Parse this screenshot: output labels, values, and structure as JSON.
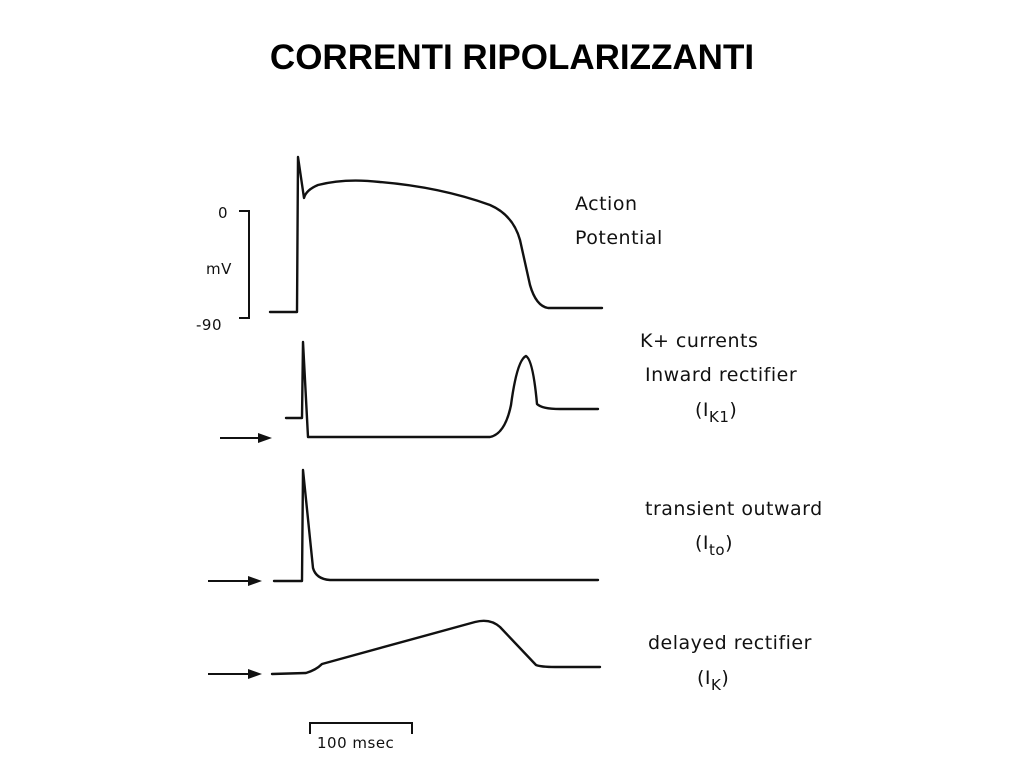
{
  "title": "CORRENTI RIPOLARIZZANTI",
  "axis": {
    "top_tick": "0",
    "unit": "mV",
    "bottom_tick": "-90"
  },
  "scale_bar": "100 msec",
  "traces": [
    {
      "line1": "Action",
      "line2": "Potential"
    },
    {
      "line1": "K+  currents",
      "line2": "Inward rectifier",
      "symbol_open": "(I",
      "symbol_sub": "K1",
      "symbol_close": ")"
    },
    {
      "line1": "transient  outward",
      "symbol_open": "(I",
      "symbol_sub": "to",
      "symbol_close": ")"
    },
    {
      "line1": "delayed  rectifier",
      "symbol_open": "(I",
      "symbol_sub": "K",
      "symbol_close": ")"
    }
  ]
}
